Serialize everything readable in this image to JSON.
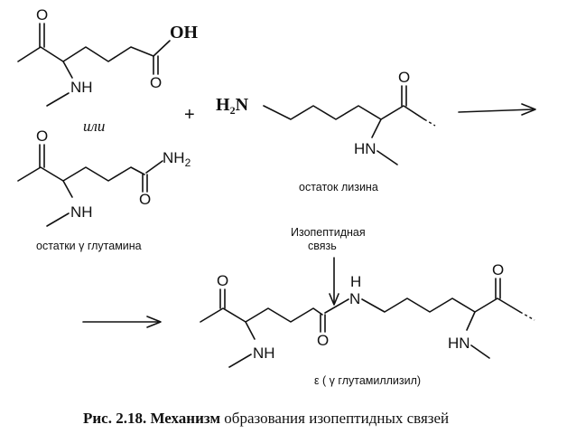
{
  "reactant_glu": {
    "oh": "OH",
    "nh": "NH"
  },
  "or_word": "или",
  "plus_sign": "+",
  "reactant_gln": {
    "nh2": "NH",
    "nh2_sub": "2",
    "nh": "NH",
    "label": "остатки γ глутамина"
  },
  "reactant_lys": {
    "h2n": "H",
    "h2n_sub": "2",
    "h2n_n": "N",
    "hn": "HN",
    "label": "остаток лизина"
  },
  "bond_annotation": {
    "line1": "Изопептидная",
    "line2": "связь"
  },
  "product": {
    "h": "H",
    "n": "N",
    "nh": "NH",
    "hn": "HN",
    "label": "ε ( γ глутамиллизил)"
  },
  "caption": {
    "bold_part": "Рис. 2.18. Механизм",
    "rest": " образования изопептидных связей"
  }
}
